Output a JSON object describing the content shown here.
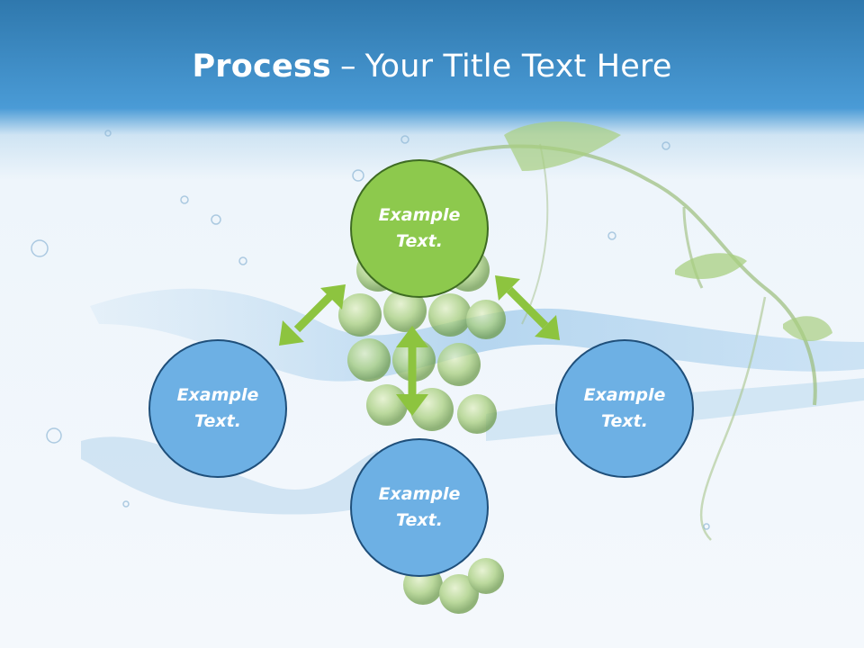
{
  "slide": {
    "title_bold": "Process",
    "title_sep": "–",
    "title_rest": "Your Title Text Here"
  },
  "nodes": {
    "top": {
      "text": "Example Text.",
      "color": "#8dc94d"
    },
    "left": {
      "text": "Example Text.",
      "color": "#6db0e4"
    },
    "right": {
      "text": "Example Text.",
      "color": "#6db0e4"
    },
    "bottom": {
      "text": "Example Text.",
      "color": "#6db0e4"
    }
  },
  "colors": {
    "header": "#3a87c4",
    "arrow": "#8dc43f",
    "green_border": "#3e6b22",
    "blue_border": "#1f4f7a"
  }
}
